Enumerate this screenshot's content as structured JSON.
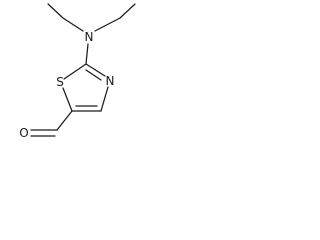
{
  "molecule": {
    "atoms": {
      "amine_nitrogen": "N",
      "ring_nitrogen": "N",
      "sulfur": "S",
      "carbonyl_oxygen": "O"
    }
  }
}
